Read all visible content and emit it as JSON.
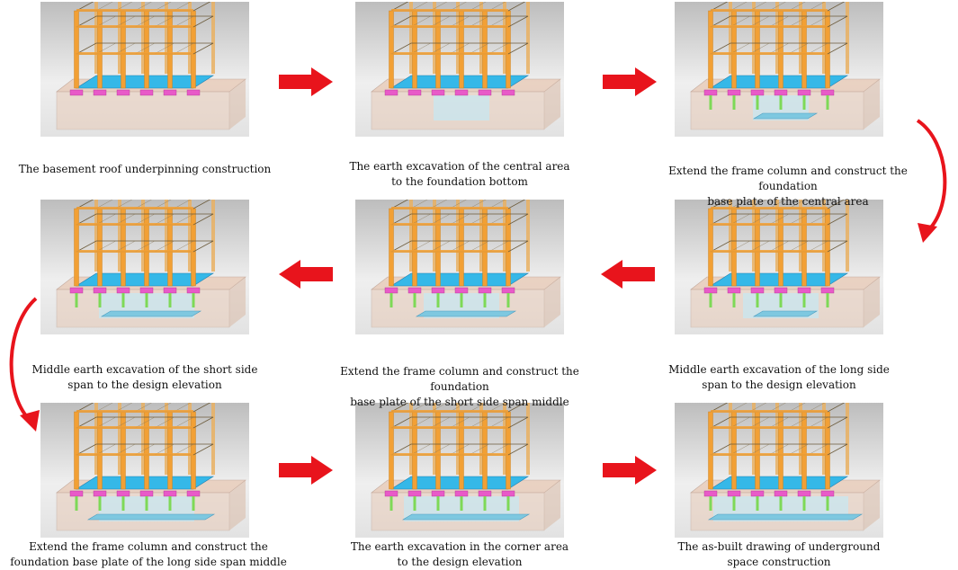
{
  "steps": [
    {
      "caption": [
        "The basement roof underpinning  construction"
      ],
      "excavation": 0,
      "extended": false,
      "base": "none"
    },
    {
      "caption": [
        "The earth excavation  of the central area",
        "to the foundation  bottom"
      ],
      "excavation": 1,
      "extended": false,
      "base": "none"
    },
    {
      "caption": [
        "Extend the frame column  and construct the foundation",
        "base plate of the central  area"
      ],
      "excavation": 1,
      "extended": true,
      "base": "center"
    },
    {
      "caption": [
        "Middle earth excavation  of the long  side",
        "span to the design  elevation"
      ],
      "excavation": 2,
      "extended": true,
      "base": "center"
    },
    {
      "caption": [
        "Extend the frame column  and construct the foundation",
        "base plate of the short side span middle"
      ],
      "excavation": 2,
      "extended": true,
      "base": "wide"
    },
    {
      "caption": [
        "Middle earth excavation  of the short side",
        "span to the design  elevation"
      ],
      "excavation": 3,
      "extended": true,
      "base": "wide"
    },
    {
      "caption": [
        "Extend the frame column  and construct the",
        "foundation  base plate of the long side span middle"
      ],
      "excavation": 3,
      "extended": true,
      "base": "cross"
    },
    {
      "caption": [
        "The earth excavation  in the corner area",
        "to the design  elevation"
      ],
      "excavation": 4,
      "extended": true,
      "base": "cross"
    },
    {
      "caption": [
        "The as-built drawing  of underground",
        "space construction"
      ],
      "excavation": 5,
      "extended": true,
      "base": "full"
    }
  ],
  "colors": {
    "arrow": "#e8141c",
    "column": "#f2a035",
    "slab": "#35b8e8",
    "pile": "#e85ac8",
    "soil": "#e8cbb8",
    "basePlate": "#7ec8e0",
    "newColumn": "#7ed957"
  }
}
